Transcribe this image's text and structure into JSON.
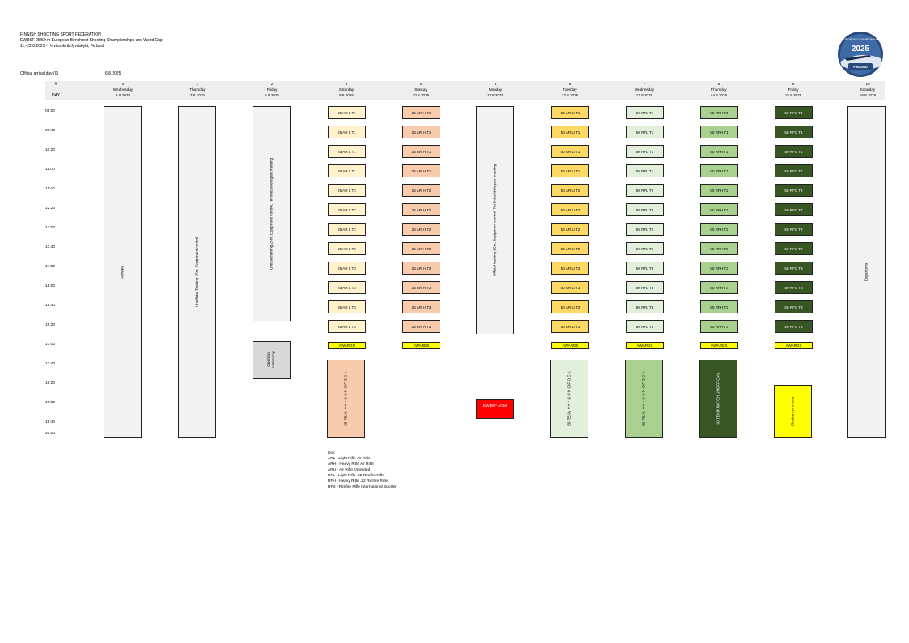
{
  "header": {
    "org": "FINNISH SHOOTING SPORT FEDERATION",
    "event": "EWBSF 25/50 m European Benchrest Shooting Championships and World Cup",
    "dates_place": "11.-22.8.2025 - Hirvikoski & Jyväskylä, Finland",
    "arrival_label": "Official arrival day (0)",
    "arrival_date": "6.8.2025",
    "logo_text": "EUROPEAN CHAMPIONSHIP",
    "logo_year": "2025",
    "logo_country": "FINLAND"
  },
  "table": {
    "header_num_label": "#",
    "header_day_label": "DAY",
    "days": [
      {
        "num": "0",
        "weekday": "Wednesday",
        "date": "6.8.2025"
      },
      {
        "num": "1",
        "weekday": "Thursday",
        "date": "7.8.2025"
      },
      {
        "num": "2",
        "weekday": "Friday",
        "date": "8.8.2025"
      },
      {
        "num": "3",
        "weekday": "Saturday",
        "date": "9.8.2025"
      },
      {
        "num": "4",
        "weekday": "Sunday",
        "date": "10.8.2025"
      },
      {
        "num": "5",
        "weekday": "Monday",
        "date": "11.8.2025"
      },
      {
        "num": "6",
        "weekday": "Tuesday",
        "date": "12.8.2025"
      },
      {
        "num": "7",
        "weekday": "Wednesday",
        "date": "13.8.2025"
      },
      {
        "num": "8",
        "weekday": "Thursday",
        "date": "14.8.2025"
      },
      {
        "num": "9",
        "weekday": "Friday",
        "date": "15.8.2025"
      },
      {
        "num": "10",
        "weekday": "Saturday",
        "date": "16.8.2025"
      }
    ],
    "times": [
      "09:00",
      "09:40",
      "10:20",
      "11:00",
      "11:40",
      "12:20",
      "13:00",
      "13:40",
      "14:20",
      "15:00",
      "15:40",
      "16:20",
      "17:00",
      "17:40",
      "18:20",
      "19:00",
      "19:40",
      "20:00"
    ],
    "tall_blocks": {
      "arrivals": "Arrivals",
      "unofficial_training": "Unofficial Training 25m, Equipment control",
      "official_training_1": "Official training 25m, Equipment control, Technical/delegate meeting",
      "official_training_2": "Official training 50m, Equipment control, Technical/delegate meeting",
      "departures": "Departures",
      "opening_ceremony": "Opening ceremony",
      "agm": "EWBSF AGM",
      "closing_ceremony": "Closing ceremony"
    },
    "team_blocks": {
      "team_25": "25 TEAM + + + G U N O F O C A",
      "team_50_a": "50 TEAM + + + G U N O F O C A",
      "team_50_b": "50 TEAM + + + G U N O F O C A",
      "team_50_c": "50 TEAM MATCH UNOFFICIAL"
    },
    "sessions": {
      "d3": [
        "25 AR L T1",
        "25 AR L T1",
        "25 AR L T1",
        "25 AR L T1",
        "25 AR L T2",
        "25 AR L T2",
        "25 AR L T2",
        "25 AR L T2",
        "25 AR L T3",
        "25 AR L T3",
        "25 AR L T3",
        "25 AR L T3"
      ],
      "d4": [
        "25 AR H T1",
        "25 AR H T1",
        "25 AR H T1",
        "25 AR H T1",
        "25 AR H T2",
        "25 AR H T2",
        "25 AR H T2",
        "25 AR H T2",
        "25 AR H T3",
        "25 AR H T3",
        "25 AR H T3",
        "25 AR H T3"
      ],
      "d6": [
        "50 AR U T1",
        "50 AR U T1",
        "50 AR U T1",
        "50 AR U T1",
        "50 AR U T2",
        "50 AR U T2",
        "50 AR U T2",
        "50 AR U T2",
        "50 AR U T3",
        "50 AR U T3",
        "50 AR U T3",
        "50 AR U T3"
      ],
      "d7": [
        "50 RFL T1",
        "50 RFL T1",
        "50 RFL T1",
        "50 RFL T1",
        "50 RFL T2",
        "50 RFL T2",
        "50 RFL T2",
        "50 RFL T2",
        "50 RFL T3",
        "50 RFL T3",
        "50 RFL T3",
        "50 RFL T3"
      ],
      "d8": [
        "50 RFH T1",
        "50 RFH T1",
        "50 RFH T1",
        "50 RFH T1",
        "50 RFH T2",
        "50 RFH T2",
        "50 RFH T2",
        "50 RFH T2",
        "50 RFH T3",
        "50 RFH T3",
        "50 RFH T3",
        "50 RFH T3"
      ],
      "d9": [
        "50 RFS T1",
        "50 RFS T1",
        "50 RFS T1",
        "50 RFS T1",
        "50 RFS T2",
        "50 RFS T2",
        "50 RFS T2",
        "50 RFS T2",
        "50 RFS T3",
        "50 RFS T3",
        "50 RFS T3",
        "50 RFS T3"
      ]
    },
    "awards_label": "AWARDS"
  },
  "key": {
    "title": "Key:",
    "items": [
      "ARL - Light Rifle Air Rifle",
      "ARH - Heavy Rifle Air Rifle",
      "ARU - Air Rifle Unlimited",
      "RFL - Light Rifle .22 Rimfire Rifle",
      "RFH - Heavy Rifle .22 Rimfire Rifle",
      "RFS - Rimfire Rifle International Sporter"
    ]
  },
  "colors": {
    "grey_block": "#f2f2f2",
    "day3": "#fff2cc",
    "day4": "#f8cbad",
    "day6": "#ffd966",
    "day7": "#e2efda",
    "day8": "#a9d08e",
    "day9": "#375623",
    "awards": "#ffff00",
    "agm": "#ff0000",
    "closing": "#ffff00",
    "opening": "#d9d9d9"
  }
}
